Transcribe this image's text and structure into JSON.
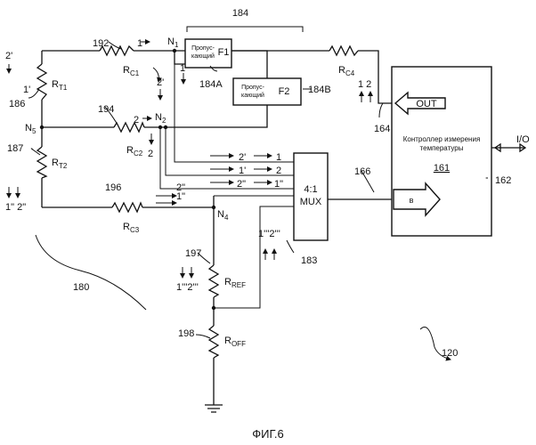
{
  "figure_label": "ФИГ.6",
  "ref_numbers": {
    "r184": "184",
    "r192": "192",
    "r186": "186",
    "r187": "187",
    "r194": "194",
    "r196": "196",
    "r197": "197",
    "r198": "198",
    "r180": "180",
    "r183": "183",
    "r166": "166",
    "r164": "164",
    "r162": "162",
    "r161": "161",
    "r120": "120",
    "r184a": "184A",
    "r184b": "184B"
  },
  "resistors": {
    "rt1": {
      "main": "R",
      "sub": "T1"
    },
    "rt2": {
      "main": "R",
      "sub": "T2"
    },
    "rc1": {
      "main": "R",
      "sub": "C1"
    },
    "rc2": {
      "main": "R",
      "sub": "C2"
    },
    "rc3": {
      "main": "R",
      "sub": "C3"
    },
    "rc4": {
      "main": "R",
      "sub": "C4"
    },
    "rref": {
      "main": "R",
      "sub": "REF"
    },
    "roff": {
      "main": "R",
      "sub": "OFF"
    }
  },
  "nodes": {
    "n1": {
      "main": "N",
      "sub": "1"
    },
    "n2": {
      "main": "N",
      "sub": "2"
    },
    "n4": {
      "main": "N",
      "sub": "4"
    },
    "n5": {
      "main": "N",
      "sub": "5"
    }
  },
  "filters": {
    "f1": {
      "desc_line1": "Пропус-",
      "desc_line2": "кающий",
      "name": "F1"
    },
    "f2": {
      "desc_line1": "Пропус-",
      "desc_line2": "кающий",
      "name": "F2"
    }
  },
  "mux": {
    "line1": "4:1",
    "line2": "MUX"
  },
  "controller": {
    "title_line1": "Контроллер измерения",
    "title_line2": "температуры",
    "out_label": "OUT",
    "in_label": "в",
    "io_label": "I/O"
  },
  "current_labels": {
    "c1": "1",
    "c2": "2",
    "c1p": "1'",
    "c2p": "2'",
    "c1pp": "1\"",
    "c2pp": "2\"",
    "c1ppp": "1'''",
    "c2ppp": "2'''",
    "pair_1pp_2pp": "1\" 2\"",
    "pair_1ppp_2ppp": "1'''2'''",
    "pair_1_2": "1  2"
  }
}
